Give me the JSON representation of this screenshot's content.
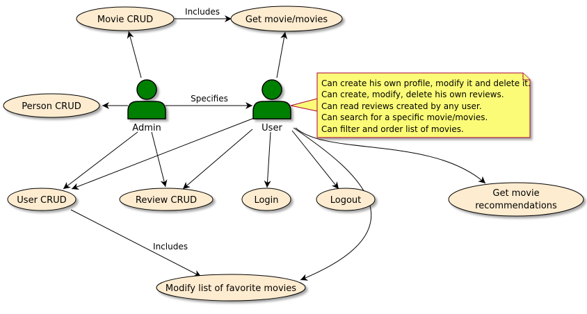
{
  "actors": {
    "admin": {
      "label": "Admin",
      "color": "#008000"
    },
    "user": {
      "label": "User",
      "color": "#008000"
    }
  },
  "use_cases": {
    "movie_crud": "Movie CRUD",
    "get_movies": "Get movie/movies",
    "person_crud": "Person CRUD",
    "user_crud": "User CRUD",
    "review_crud": "Review CRUD",
    "login": "Login",
    "logout": "Logout",
    "recommendations": [
      "Get movie",
      "recommendations"
    ],
    "favorites": "Modify list of favorite movies"
  },
  "relations": {
    "includes_top": "Includes",
    "specifies": "Specifies",
    "includes_bottom": "Includes"
  },
  "note": {
    "lines": [
      "Can create his own profile, modify it and delete it.",
      "Can create, modify, delete his own reviews.",
      "Can read reviews created by any user.",
      "Can search for a specific movie/movies.",
      "Can filter and order list of movies."
    ]
  },
  "colors": {
    "use_case_fill": "#FEECD0",
    "use_case_border": "#000000",
    "note_fill": "#FBFB77",
    "note_border": "#A80036",
    "actor_fill": "#008000"
  }
}
